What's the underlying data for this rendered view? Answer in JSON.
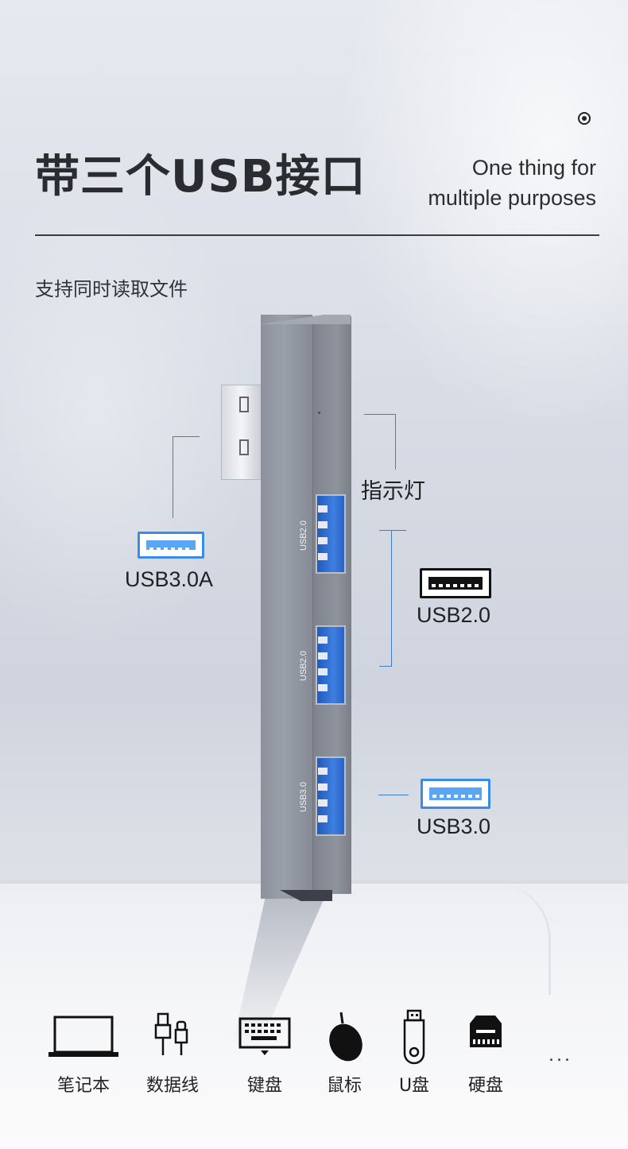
{
  "header": {
    "title": "带三个USB接口",
    "tagline_line1": "One thing for",
    "tagline_line2": "multiple purposes",
    "subtitle": "支持同时读取文件"
  },
  "hub": {
    "ports": [
      {
        "label": "USB2.0"
      },
      {
        "label": "USB2.0"
      },
      {
        "label": "USB3.0"
      }
    ]
  },
  "callouts": {
    "plug_label": "USB3.0A",
    "indicator_label": "指示灯",
    "usb2_label": "USB2.0",
    "usb3_label": "USB3.0"
  },
  "colors": {
    "usb3_blue": "#3a8ce8",
    "callout_line": "#3d7dc9",
    "text_dark": "#2a2c30"
  },
  "devices": [
    {
      "icon": "laptop-icon",
      "label": "笔记本"
    },
    {
      "icon": "data-cable-icon",
      "label": "数据线"
    },
    {
      "icon": "keyboard-icon",
      "label": "键盘"
    },
    {
      "icon": "mouse-icon",
      "label": "鼠标"
    },
    {
      "icon": "usb-drive-icon",
      "label": "U盘"
    },
    {
      "icon": "hard-drive-icon",
      "label": "硬盘"
    }
  ],
  "more_indicator": "..."
}
